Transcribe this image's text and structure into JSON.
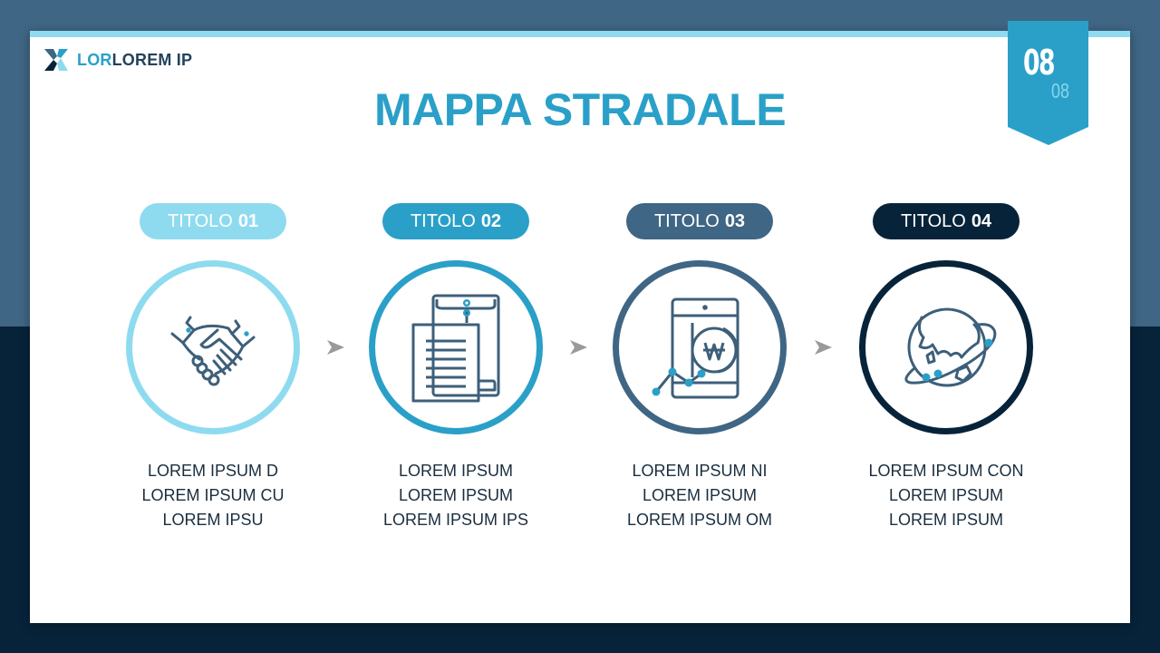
{
  "logo": {
    "text_accent": "LOR",
    "text_main": "LOREM IP",
    "icon": "x-logo-icon"
  },
  "page_badge": {
    "number": "08",
    "sub_number": "08"
  },
  "title": "MAPPA STRADALE",
  "colors": {
    "step1": "#8edbf0",
    "step2": "#2aa0c8",
    "step3": "#3f6684",
    "step4": "#07233a",
    "icon_stroke": "#3d5f7a",
    "icon_accent": "#2aa0c8",
    "arrow": "#9a9a9a"
  },
  "steps": [
    {
      "label": "TITOLO",
      "number": "01",
      "icon": "handshake-icon",
      "lines": [
        "LOREM IPSUM D",
        "LOREM IPSUM CU",
        "LOREM IPSU"
      ]
    },
    {
      "label": "TITOLO",
      "number": "02",
      "icon": "document-envelope-icon",
      "lines": [
        "LOREM IPSUM",
        "LOREM IPSUM",
        "LOREM IPSUM IPS"
      ]
    },
    {
      "label": "TITOLO",
      "number": "03",
      "icon": "mobile-won-chart-icon",
      "lines": [
        "LOREM IPSUM NI",
        "LOREM IPSUM",
        "LOREM IPSUM OM"
      ]
    },
    {
      "label": "TITOLO",
      "number": "04",
      "icon": "globe-orbit-icon",
      "lines": [
        "LOREM IPSUM CON",
        "LOREM IPSUM",
        "LOREM IPSUM"
      ]
    }
  ]
}
